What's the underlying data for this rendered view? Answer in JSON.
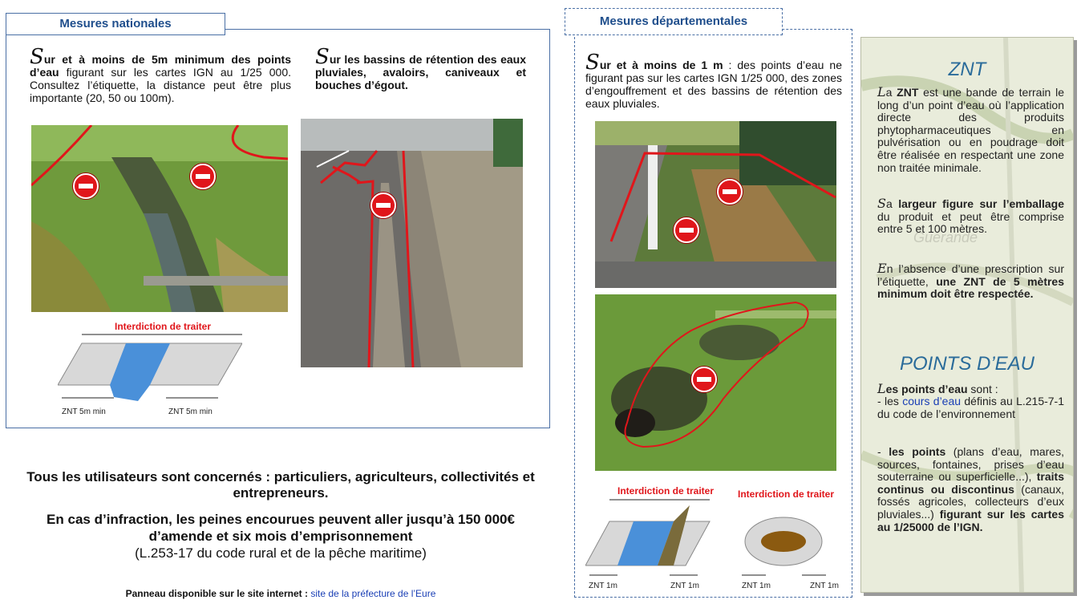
{
  "nat": {
    "tab": "Mesures nationales",
    "p1_drop": "S",
    "p1_bold1": "ur et à moins de 5m minimum des points d’eau",
    "p1_rest": " figurant sur les cartes IGN au 1/25 000. Consultez l’étiquette, la distance peut être plus importante (20, 50 ou 100m).",
    "p2_drop": "S",
    "p2_text": "ur les bassins de rétention des eaux pluviales, avaloirs, caniveaux et bouches d’égout.",
    "diagram": {
      "title": "Interdiction de traiter",
      "left_label": "ZNT 5m min",
      "right_label": "ZNT 5m min"
    }
  },
  "dep": {
    "tab": "Mesures départementales",
    "p_drop": "S",
    "p_bold": "ur et à moins de 1 m",
    "p_rest": " : des points d’eau ne figurant pas sur les cartes IGN 1/25 000, des zones d’engouffrement et des bassins de rétention des eaux pluviales.",
    "diag1": {
      "title": "Interdiction de traiter",
      "left_label": "ZNT 1m",
      "right_label": "ZNT 1m"
    },
    "diag2": {
      "title": "Interdiction de traiter",
      "left_label": "ZNT 1m",
      "right_label": "ZNT 1m"
    }
  },
  "sidebar": {
    "znt_title": "ZNT",
    "znt_p1_drop": "L",
    "znt_p1_a": "a ",
    "znt_p1_b": "ZNT",
    "znt_p1_c": " est une bande de terrain le long d’un point d’eau où l’application directe des produits phytopharmaceutiques en pulvérisation ou en poudrage doit être réalisée en respectant une zone non traitée minimale.",
    "znt_p2_drop": "S",
    "znt_p2_a": "a ",
    "znt_p2_b": "largeur figure sur l’emballage",
    "znt_p2_c": " du produit et peut être comprise entre 5 et 100 mètres.",
    "znt_p3_drop": "E",
    "znt_p3_a": "n l’absence d’une prescription sur l’étiquette, ",
    "znt_p3_b": "une ZNT de 5 mètres minimum doit être respectée.",
    "pe_title": "POINTS D’EAU",
    "pe_p1_drop": "L",
    "pe_p1_a": "es points d’eau",
    "pe_p1_b": " sont :",
    "pe_item1_a": "- les ",
    "pe_item1_link": "cours d’eau",
    "pe_item1_b": " définis au L.215-7-1 du code de l’environnement",
    "pe_item2_a": "- ",
    "pe_item2_b": "les points",
    "pe_item2_c": " (plans d’eau, mares, sources, fontaines, prises d’eau souterraine ou superficielle...), ",
    "pe_item2_d": "traits continus ou discontinus",
    "pe_item2_e": " (canaux, fossés agricoles, collecteurs d’eux pluviales...) ",
    "pe_item2_f": "figurant sur les cartes au 1/25000 de l’IGN.",
    "map_label": "Guérande"
  },
  "bottom": {
    "line1": "Tous les utilisateurs sont concernés : particuliers, agriculteurs, collectivités et entrepreneurs.",
    "line2": "En cas d’infraction, les peines encourues peuvent aller jusqu’à 150 000€ d’amende et six mois d’emprisonnement",
    "line3": "(L.253-17 du code rural et de la pêche maritime)",
    "panneau_label": "Panneau disponible sur le site internet : ",
    "panneau_link": "site de la préfecture de l’Eure"
  },
  "colors": {
    "accent": "#1f4e8c",
    "link": "#1a3fb5",
    "red": "#e0161b",
    "water": "#4a90d9"
  }
}
